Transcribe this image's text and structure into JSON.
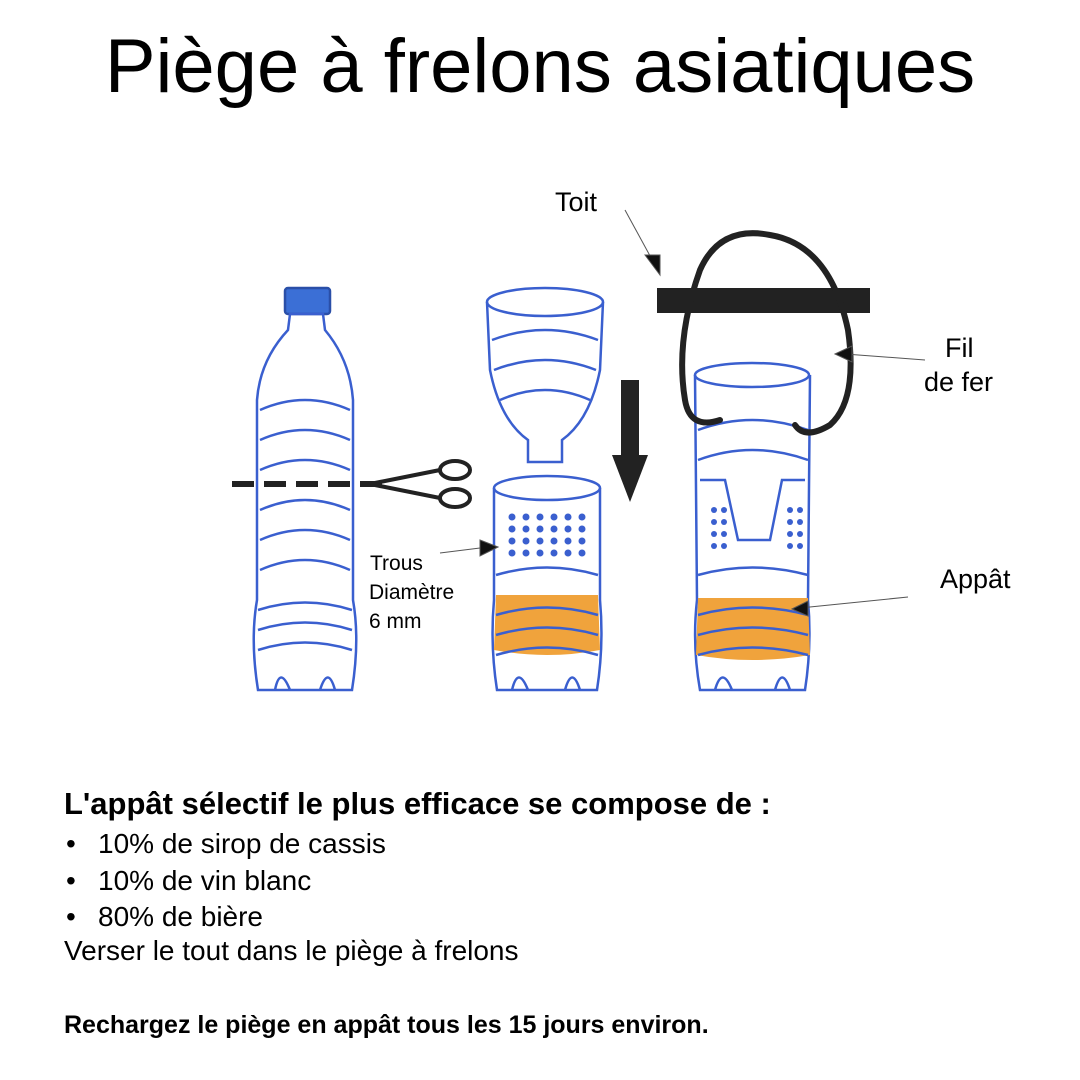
{
  "title": "Piège à frelons asiatiques",
  "diagram": {
    "labels": {
      "roof": "Toit",
      "wire_line1": "Fil",
      "wire_line2": "de fer",
      "bait": "Appât",
      "holes_line1": "Trous",
      "holes_line2": "Diamètre",
      "holes_line3": "6 mm"
    },
    "colors": {
      "bottle": "#3a5fcf",
      "cap": "#3b6fd6",
      "bait": "#f0a33c",
      "roof": "#222222"
    }
  },
  "recipe": {
    "heading": "L'appât sélectif le plus efficace se compose de :",
    "ingredients": [
      "10% de sirop de cassis",
      "10% de vin blanc",
      "80% de bière"
    ],
    "instruction": "Verser le tout dans le piège à frelons",
    "reminder": "Rechargez le piège en appât tous les 15 jours environ."
  }
}
